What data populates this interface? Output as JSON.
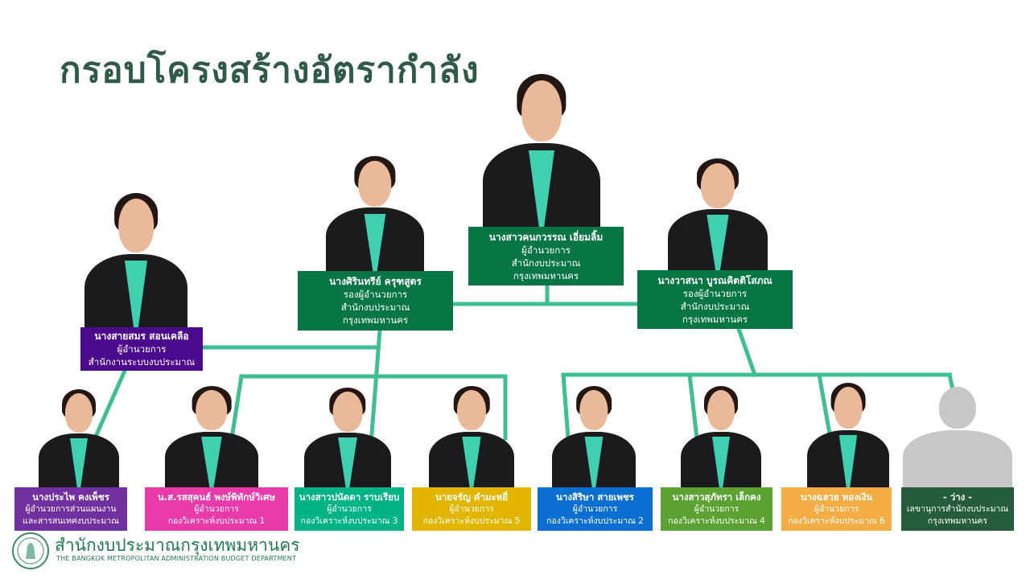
{
  "title": "กรอบโครงสร้างอัตรากำลัง",
  "colors": {
    "line": "#3dbf8f",
    "title": "#2f5a45"
  },
  "director": {
    "name": "นางสาวคนกวรรณ เอี่ยมลิ้ม",
    "lines": [
      "ผู้อำนวยการ",
      "สำนักงบประมาณ",
      "กรุงเทพมหานคร"
    ],
    "color": "#087545"
  },
  "deputies": [
    {
      "name": "นางศิรินทรีย์ ครุฑสูตร",
      "lines": [
        "รองผู้อำนวยการ",
        "สำนักงบประมาณ",
        "กรุงเทพมหานคร"
      ],
      "color": "#087545"
    },
    {
      "name": "นางวาสนา บูรณคิตติโสภณ",
      "lines": [
        "รองผู้อำนวยการ",
        "สำนักงบประมาณ",
        "กรุงเทพมหานคร"
      ],
      "color": "#087545"
    }
  ],
  "system_director": {
    "name": "นางสายสมร สอนเคลือ",
    "lines": [
      "ผู้อำนวยการ",
      "สำนักงานระบบงบประมาณ"
    ],
    "color": "#4b0a8c"
  },
  "staff": [
    {
      "name": "นางประไพ คงเพ็ชร",
      "lines": [
        "ผู้อำนวยการส่วนแผนงาน",
        "และสารสนเทศงบประมาณ"
      ],
      "color": "#7030a0"
    },
    {
      "name": "น.ส.รสสุคนธ์ พงษ์พิทักษ์วิเศษ",
      "lines": [
        "ผู้อำนวยการ",
        "กองวิเคราะห์งบประมาณ 1"
      ],
      "color": "#e83aa8"
    },
    {
      "name": "นางสาวปนัดดา ราบเรียบ",
      "lines": [
        "ผู้อำนวยการ",
        "กองวิเคราะห์งบประมาณ 3"
      ],
      "color": "#00b386"
    },
    {
      "name": "นายจรัญ คำมะหยี่",
      "lines": [
        "ผู้อำนวยการ",
        "กองวิเคราะห์งบประมาณ 5"
      ],
      "color": "#e2b600"
    },
    {
      "name": "นางสิริษา สายเพชร",
      "lines": [
        "ผู้อำนวยการ",
        "กองวิเคราะห์งบประมาณ 2"
      ],
      "color": "#0a6fd0"
    },
    {
      "name": "นางสาวสุภัทรา เล็กคง",
      "lines": [
        "ผู้อำนวยการ",
        "กองวิเคราะห์งบประมาณ 4"
      ],
      "color": "#5ba232"
    },
    {
      "name": "นางฉลวย ทองเงิน",
      "lines": [
        "ผู้อำนวยการ",
        "กองวิเคราะห์งบประมาณ 6"
      ],
      "color": "#f4ad45"
    },
    {
      "name": "- ว่าง -",
      "lines": [
        "เลขานุการสำนักงบประมาณ",
        "กรุงเทพมหานคร"
      ],
      "color": "#255c3c"
    }
  ],
  "footer": {
    "org_th": "สำนักงบประมาณกรุงเทพมหานคร",
    "org_en": "THE BANGKOK METROPOLITAN ADMINISTRATION BUDGET DEPARTMENT"
  }
}
